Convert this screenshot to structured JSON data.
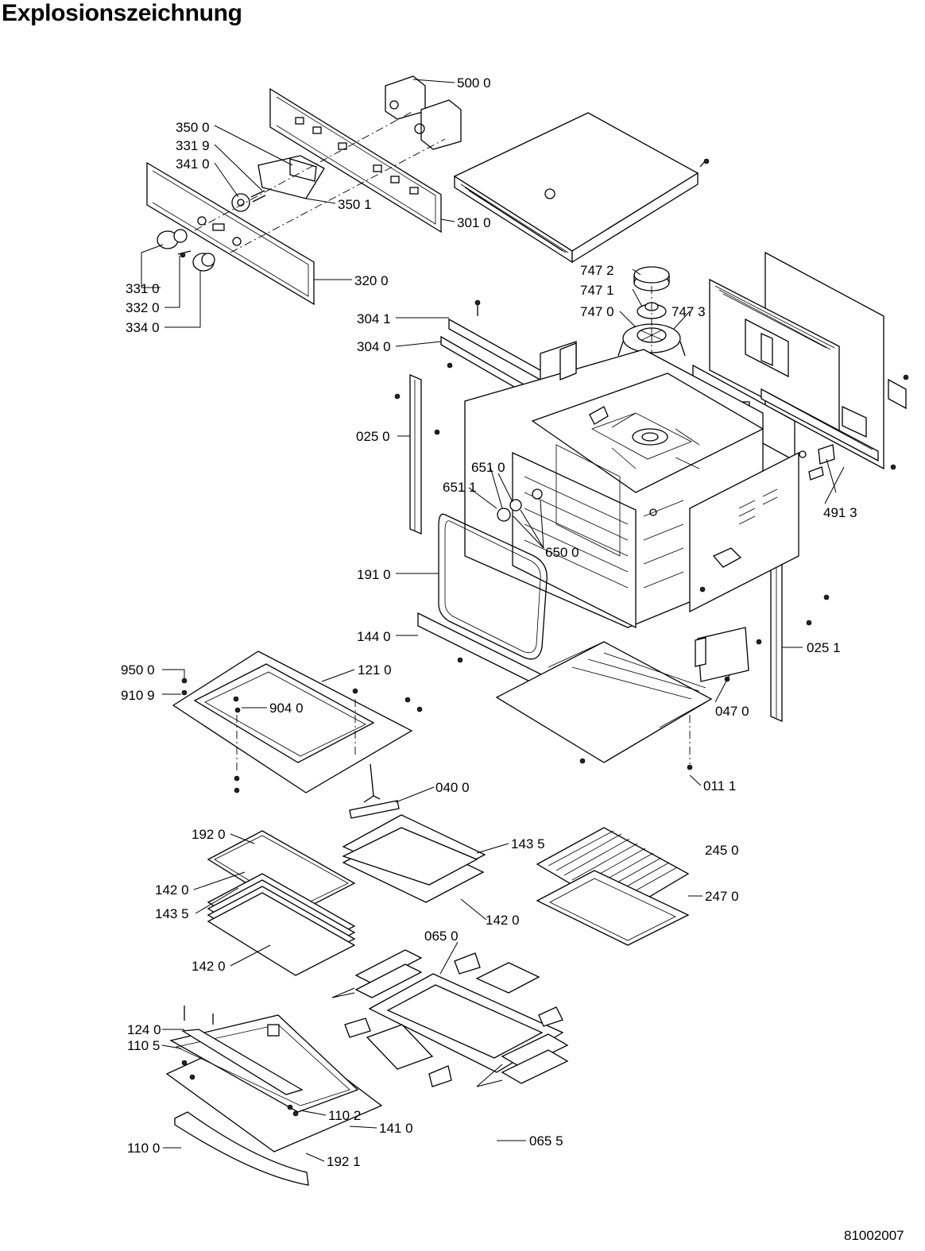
{
  "title": "Explosionszeichnung",
  "document_number": "81002007",
  "part_labels": [
    "500 0",
    "350 0",
    "331 9",
    "341 0",
    "350 1",
    "301 0",
    "331 0",
    "332 0",
    "334 0",
    "320 0",
    "747 2",
    "747 1",
    "747 0",
    "747 3",
    "304 1",
    "304 0",
    "025 0",
    "651 0",
    "651 1",
    "650 0",
    "491 3",
    "191 0",
    "144 0",
    "025 1",
    "950 0",
    "121 0",
    "910 9",
    "904 0",
    "047 0",
    "011 1",
    "040 0",
    "192 0",
    "143 5",
    "245 0",
    "142 0",
    "143 5",
    "247 0",
    "142 0",
    "142 0",
    "065 0",
    "124 0",
    "110 5",
    "110 2",
    "141 0",
    "110 0",
    "192 1",
    "065 5"
  ]
}
